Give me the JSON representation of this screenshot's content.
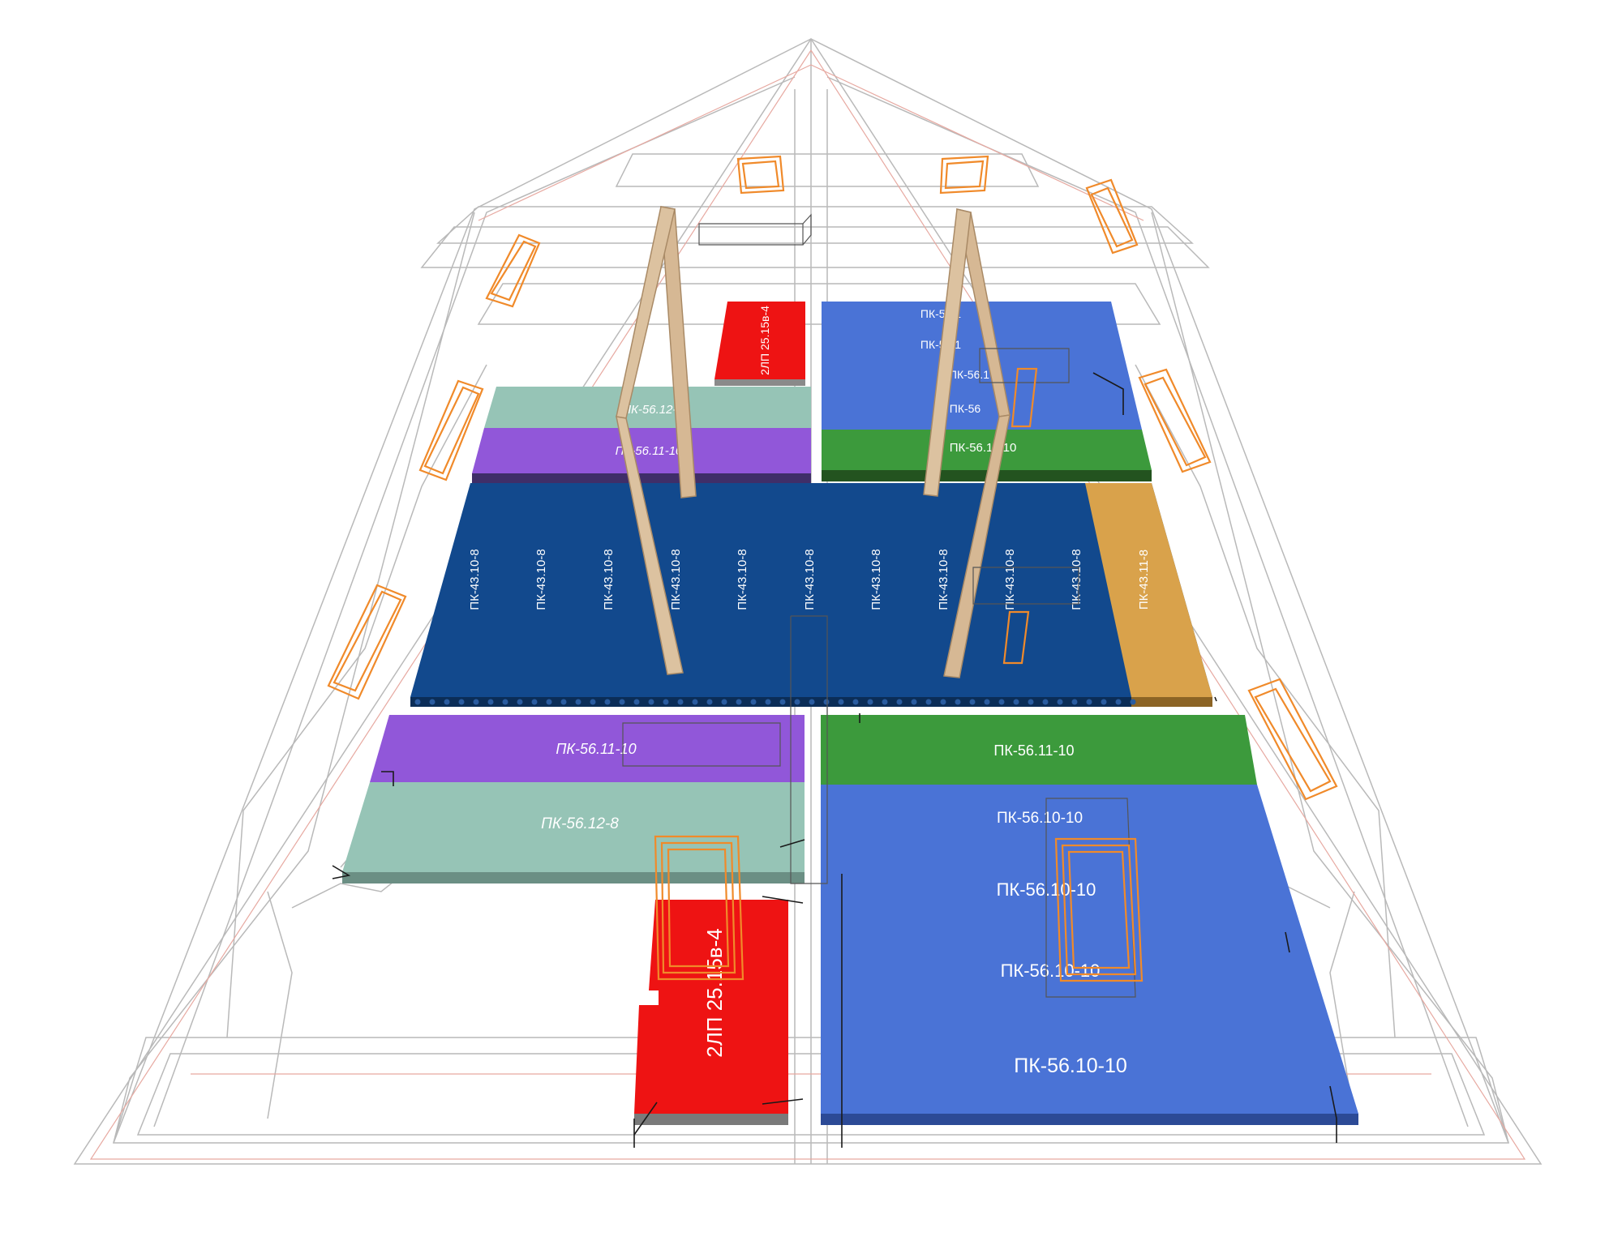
{
  "colors": {
    "background": "#ffffff",
    "wireframe": "#b9b9b9",
    "wireframe_red": "#e7a9a1",
    "window_orange": "#f08a2a",
    "slab_blue_dark": "#12498d",
    "slab_blue_light": "#4a73d6",
    "slab_purple": "#9157d9",
    "slab_mint": "#96c4b6",
    "slab_green": "#3c9a3c",
    "slab_red": "#ee1313",
    "slab_tan": "#d9a24b",
    "beam_wood": "#d6b894",
    "label_text": "#ffffff"
  },
  "slabs": {
    "upper_left_mint": "ПК-56.12-8",
    "upper_left_purple": "ПК-56.11-10",
    "upper_left_red": "2ЛП 25.15в-4",
    "upper_right_top_1": "ПК-56.1",
    "upper_right_top_2": "ПК-56.1",
    "upper_right_top_3": "ПК-56.1",
    "upper_right_top_4": "ПК-56",
    "upper_right_green": "ПК-56.11-10",
    "middle_row": [
      "ПК-43.10-8",
      "ПК-43.10-8",
      "ПК-43.10-8",
      "ПК-43.10-8",
      "ПК-43.10-8",
      "ПК-43.10-8",
      "ПК-43.10-8",
      "ПК-43.10-8",
      "ПК-43.10-8",
      "ПК-43.10-8"
    ],
    "middle_tan": "ПК-43.11-8",
    "lower_left_purple": "ПК-56.11-10",
    "lower_left_mint": "ПК-56.12-8",
    "lower_red": "2ЛП 25.15в-4",
    "lower_right_green": "ПК-56.11-10",
    "lower_right_blue": [
      "ПК-56.10-10",
      "ПК-56.10-10",
      "ПК-56.10-10",
      "ПК-56.10-10"
    ]
  }
}
